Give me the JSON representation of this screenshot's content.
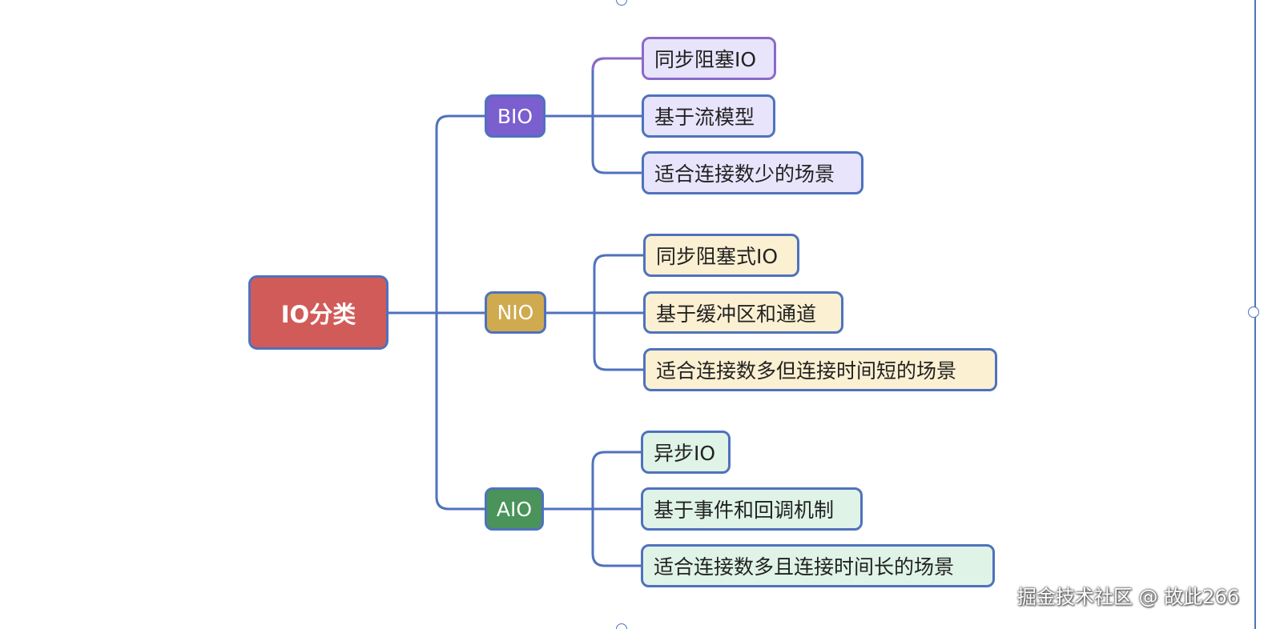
{
  "root": {
    "label": "IO分类",
    "color": "#d15b58"
  },
  "branches": [
    {
      "label": "BIO",
      "color": "#7b5fcf",
      "leaf_color": "#e8e4fc",
      "leaves": [
        "同步阻塞IO",
        "基于流模型",
        "适合连接数少的场景"
      ]
    },
    {
      "label": "NIO",
      "color": "#cfaa4f",
      "leaf_color": "#fcf0d2",
      "leaves": [
        "同步阻塞式IO",
        "基于缓冲区和通道",
        "适合连接数多但连接时间短的场景"
      ]
    },
    {
      "label": "AIO",
      "color": "#4a935a",
      "leaf_color": "#dff3e7",
      "leaves": [
        "异步IO",
        "基于事件和回调机制",
        "适合连接数多且连接时间长的场景"
      ]
    }
  ],
  "line_color": "#4f72bd",
  "watermark": "掘金技术社区 @ 故此266"
}
